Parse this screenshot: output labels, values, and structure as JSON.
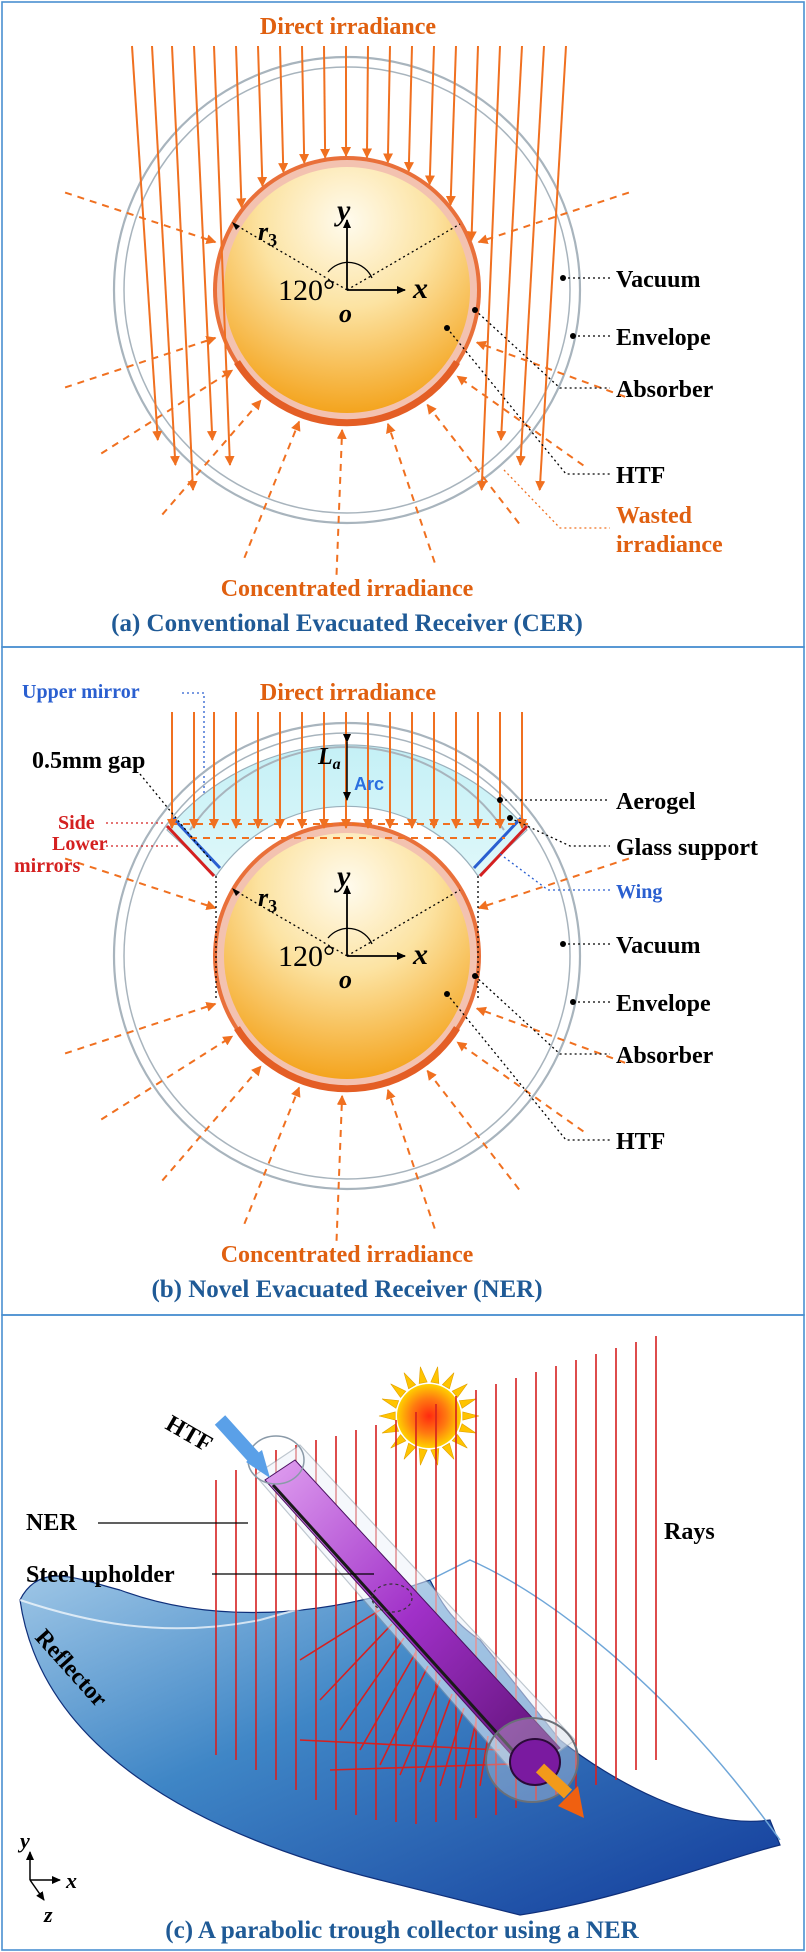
{
  "panel_a": {
    "direct": "Direct irradiance",
    "r3": "r",
    "r3_sub": "3",
    "y": "y",
    "x": "x",
    "o": "o",
    "angle": "120°",
    "vacuum": "Vacuum",
    "envelope": "Envelope",
    "absorber": "Absorber",
    "htf": "HTF",
    "wasted_1": "Wasted",
    "wasted_2": "irradiance",
    "concentrated": "Concentrated irradiance",
    "caption": "(a) Conventional Evacuated Receiver (CER)"
  },
  "panel_b": {
    "upper_mirror": "Upper mirror",
    "direct": "Direct irradiance",
    "gap": "0.5mm gap",
    "la": "L",
    "la_sub": "a",
    "arc": "Arc",
    "side": "Side",
    "lower": "Lower",
    "mirrors": "mirrors",
    "aerogel": "Aerogel",
    "glass_support": "Glass support",
    "wing": "Wing",
    "r3": "r",
    "r3_sub": "3",
    "y": "y",
    "x": "x",
    "o": "o",
    "angle": "120°",
    "vacuum": "Vacuum",
    "envelope": "Envelope",
    "absorber": "Absorber",
    "htf": "HTF",
    "concentrated": "Concentrated irradiance",
    "caption": "(b) Novel Evacuated Receiver (NER)"
  },
  "panel_c": {
    "htf": "HTF",
    "ner": "NER",
    "steel": "Steel upholder",
    "rays": "Rays",
    "reflector": "Reflector",
    "y": "y",
    "x": "x",
    "z": "z",
    "caption": "(c) A parabolic trough collector using a NER"
  },
  "colors": {
    "ray_orange": "#f07020",
    "label_orange": "#e06010",
    "caption_blue": "#1f5a96",
    "mirror_red": "#d42020",
    "mirror_blue": "#2a5fd0",
    "aerogel": "#c8f2f6",
    "frame": "#4a8fd0"
  }
}
